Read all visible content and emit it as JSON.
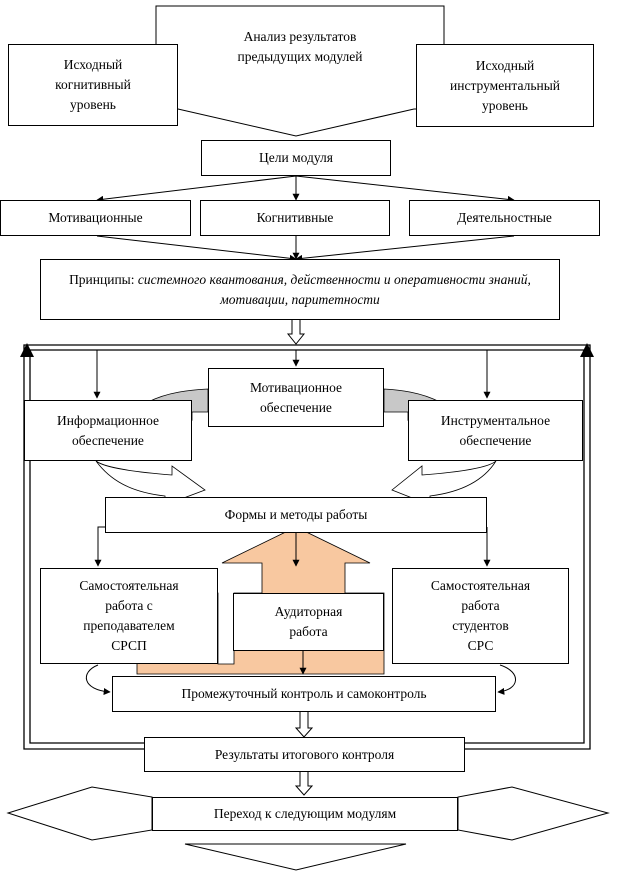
{
  "diagram": {
    "analysis": "Анализ  результатов\nпредыдущих модулей",
    "cognitive_level": "Исходный\nкогнитивный\nуровень",
    "instrumental_level": "Исходный\nинструментальный\nуровень",
    "module_goals": "Цели модуля",
    "goal_motivational": "Мотивационные",
    "goal_cognitive": "Когнитивные",
    "goal_activity": "Деятельностные",
    "principles_prefix": "Принципы: ",
    "principles_list": "системного квантования, действенности и оперативности знаний, мотивации, паритетности",
    "motivational_support": "Мотивационное\nобеспечение",
    "informational_support": "Информационное\nобеспечение",
    "instrumental_support": "Инструментальное\nобеспечение",
    "forms_methods": "Формы и  методы работы",
    "independent_with_teacher": "Самостоятельная\nработа с\nпреподавателем\nСРСП",
    "classroom_work": "Аудиторная\nработа",
    "independent_students": "Самостоятельная\nработа\nстудентов\nСРС",
    "intermediate_control": "Промежуточный контроль и самоконтроль",
    "final_results": "Результаты итогового контроля",
    "next_modules": "Переход к следующим модулям"
  },
  "colors": {
    "classroom_block_fill": "#f8c8a0",
    "connector_gray_fill": "#c8c8c8"
  }
}
